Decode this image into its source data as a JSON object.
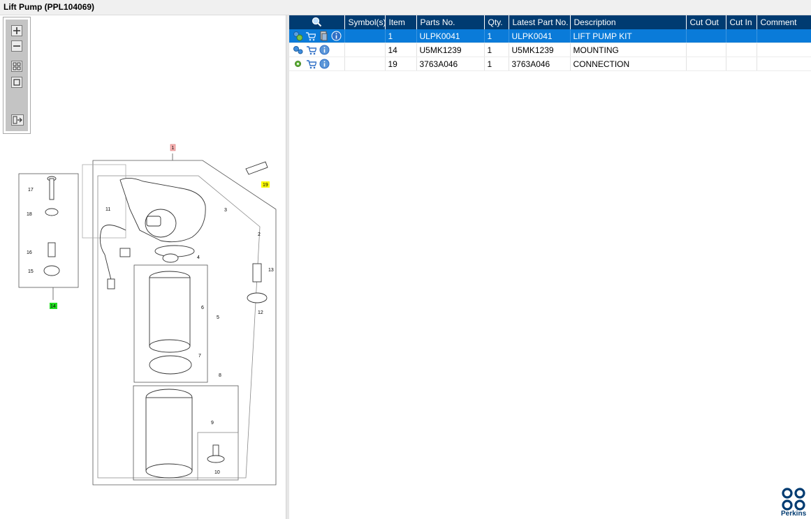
{
  "window": {
    "title": "Lift Pump (PPL104069)"
  },
  "toolbar": {
    "zoom_in": "zoom-in",
    "zoom_out": "zoom-out",
    "fit": "fit-view",
    "actual": "actual-size",
    "export": "export"
  },
  "table": {
    "columns": [
      "",
      "Symbol(s)",
      "Item",
      "Parts No.",
      "Qty.",
      "Latest Part No.",
      "Description",
      "Cut Out",
      "Cut In",
      "Comment"
    ],
    "rows": [
      {
        "item": "1",
        "part_no": "ULPK0041",
        "qty": "1",
        "latest": "ULPK0041",
        "description": "LIFT PUMP KIT",
        "selected": true
      },
      {
        "item": "14",
        "part_no": "U5MK1239",
        "qty": "1",
        "latest": "U5MK1239",
        "description": "MOUNTING",
        "selected": false
      },
      {
        "item": "19",
        "part_no": "3763A046",
        "qty": "1",
        "latest": "3763A046",
        "description": "CONNECTION",
        "selected": false
      }
    ]
  },
  "diagram": {
    "callouts": [
      "1",
      "2",
      "3",
      "4",
      "5",
      "6",
      "7",
      "8",
      "9",
      "10",
      "11",
      "12",
      "13",
      "14",
      "15",
      "16",
      "17",
      "18",
      "19"
    ],
    "highlight_colors": {
      "kit": "#f7b3b3",
      "mounting": "#22dd22",
      "connection": "#ffff00"
    }
  },
  "brand": {
    "name": "Perkins",
    "color": "#003b71",
    "header_color": "#003b71",
    "selection_color": "#0a7bd9"
  }
}
